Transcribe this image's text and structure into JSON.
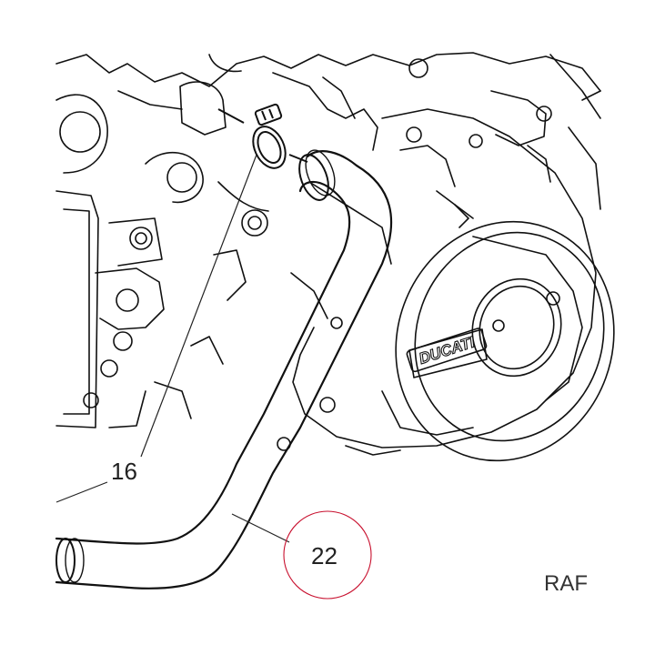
{
  "diagram": {
    "callouts": [
      {
        "number": "16",
        "part": "hose-clamp"
      },
      {
        "number": "22",
        "part": "coolant-hose",
        "highlight": true
      }
    ],
    "brand_mark": "DUCATI",
    "figure_code": "RAF",
    "colors": {
      "line": "#111111",
      "background": "#ffffff",
      "highlight_circle": "#c8102e"
    }
  }
}
